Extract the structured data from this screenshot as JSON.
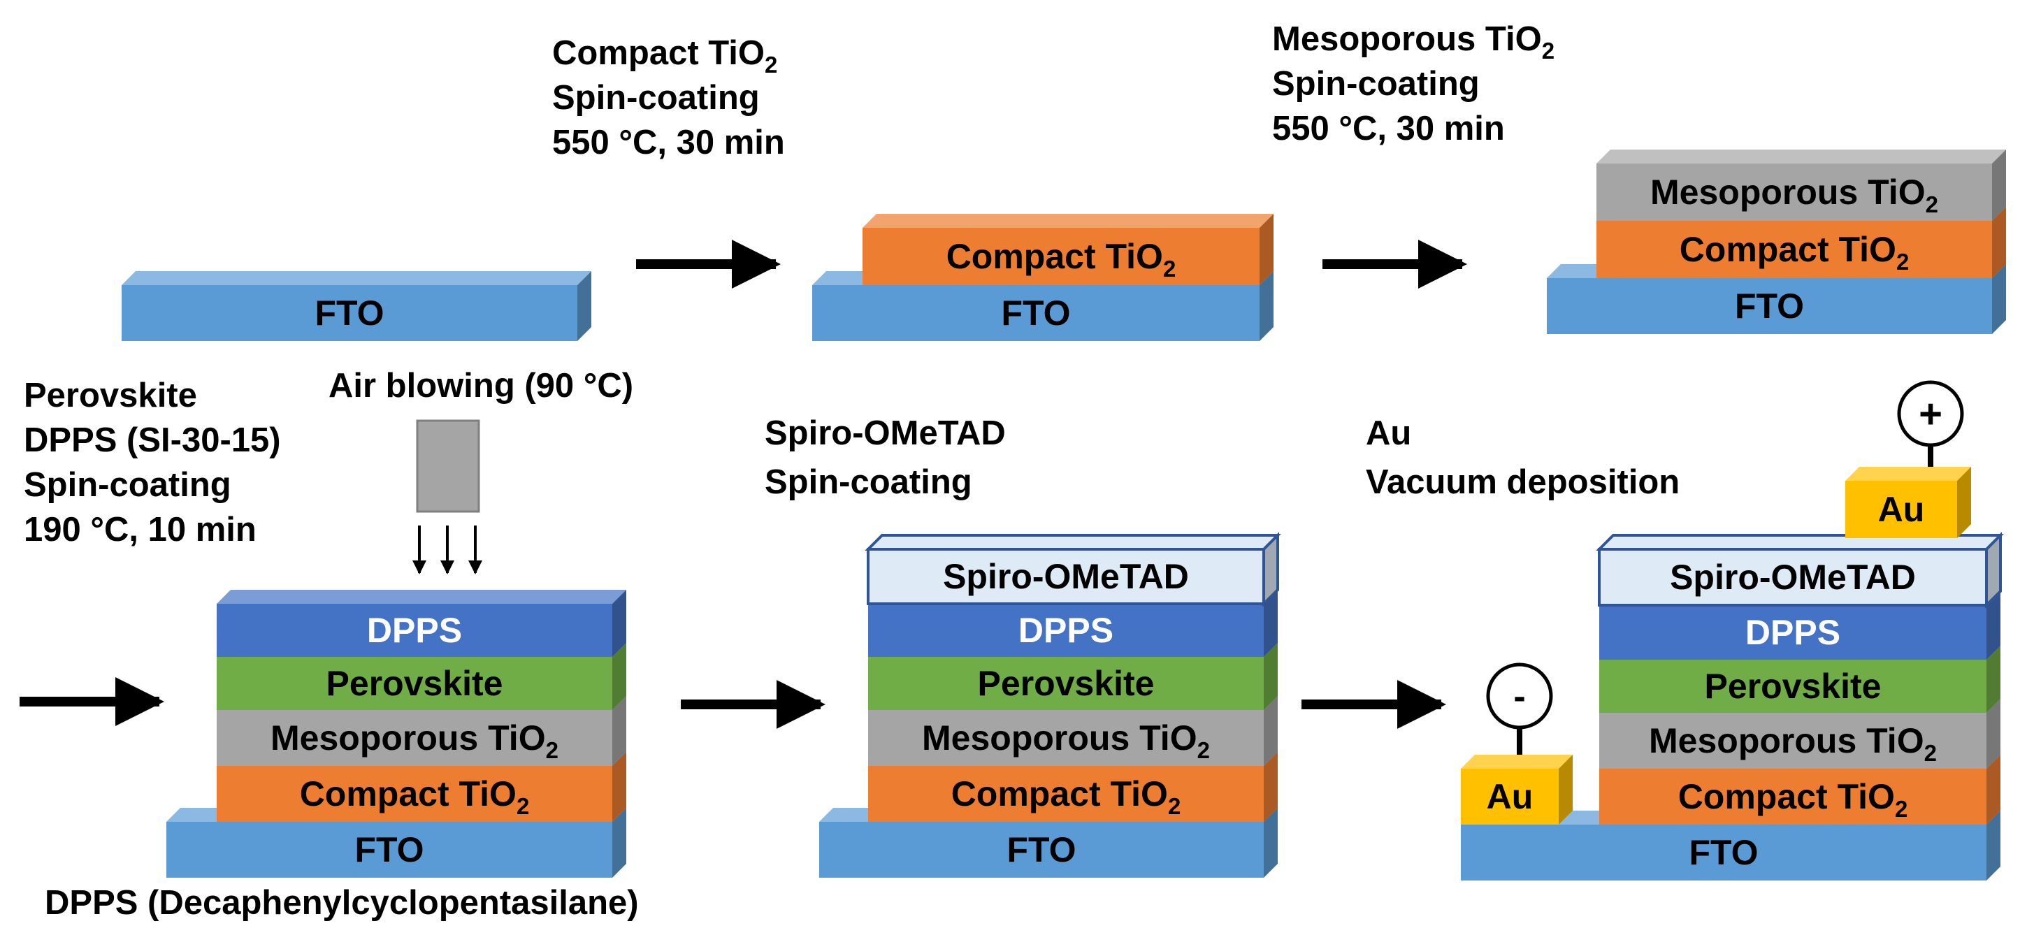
{
  "layers": {
    "fto": "FTO",
    "compact": "Compact TiO",
    "mesoporous": "Mesoporous TiO",
    "perovskite": "Perovskite",
    "dpps": "DPPS",
    "spiro": "Spiro-OMeTAD",
    "au": "Au",
    "sub2": "2"
  },
  "steps": {
    "s1": {
      "line1": "Compact TiO",
      "line1_sub": "2",
      "line2": "Spin-coating",
      "line3": "550 °C, 30 min"
    },
    "s2": {
      "line1": "Mesoporous TiO",
      "line1_sub": "2",
      "line2": "Spin-coating",
      "line3": "550 °C, 30 min"
    },
    "s3": {
      "line1": "Perovskite",
      "line2": "DPPS (SI-30-15)",
      "line3": "Spin-coating",
      "line4": "190 °C, 10 min"
    },
    "s4": {
      "line1": "Spiro-OMeTAD",
      "line2": "Spin-coating"
    },
    "s5": {
      "line1": "Au",
      "line2": "Vacuum deposition"
    }
  },
  "air_blowing": "Air blowing (90 °C)",
  "footnote": "DPPS (Decaphenylcyclopentasilane)",
  "polarity": {
    "plus": "+",
    "minus": "-"
  },
  "colors": {
    "fto": "#5B9BD5",
    "compact": "#ED7D31",
    "mesoporous": "#A5A5A5",
    "perovskite": "#70AD47",
    "dpps": "#4472C4",
    "spiro": "#DEEBF7",
    "au": "#FFC000",
    "nozzle": "#A5A5A5"
  }
}
